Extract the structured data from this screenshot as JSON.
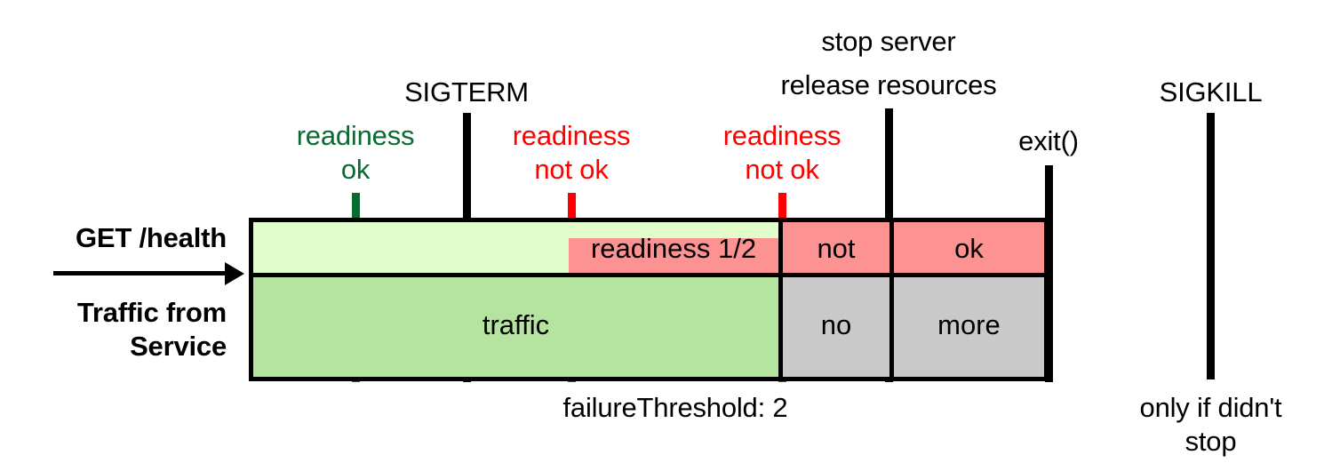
{
  "diagram": {
    "title_markers": {
      "sigterm": "SIGTERM",
      "sigkill": "SIGKILL",
      "stop_server_line1": "stop server",
      "stop_server_line2": "release resources",
      "exit": "exit()"
    },
    "probe_labels": {
      "readiness_ok_line1": "readiness",
      "readiness_ok_line2": "ok",
      "readiness_notok_1_line1": "readiness",
      "readiness_notok_1_line2": "not ok",
      "readiness_notok_2_line1": "readiness",
      "readiness_notok_2_line2": "not ok"
    },
    "side_labels": {
      "get_health": "GET /health",
      "traffic_line1": "Traffic from",
      "traffic_line2": "Service"
    },
    "footnotes": {
      "failure_threshold": "failureThreshold: 2",
      "sigkill_note_line1": "only if didn't",
      "sigkill_note_line2": "stop"
    },
    "row_health": {
      "name": "GET /health",
      "cells": [
        {
          "label": "",
          "state": "ok"
        },
        {
          "label": "",
          "state": "ok"
        },
        {
          "label": "",
          "state": "ok"
        },
        {
          "label": "readiness 1/2",
          "state": "failing"
        },
        {
          "label": "not",
          "state": "not-ok"
        },
        {
          "label": "ok",
          "state": "not-ok"
        }
      ]
    },
    "row_traffic": {
      "name": "Traffic from Service",
      "cells": [
        {
          "label": "",
          "state": "traffic"
        },
        {
          "label": "",
          "state": "traffic"
        },
        {
          "label": "traffic",
          "state": "traffic"
        },
        {
          "label": "no",
          "state": "no-traffic"
        },
        {
          "label": "more",
          "state": "no-traffic"
        }
      ]
    },
    "colors": {
      "light_green": "#e2fccc",
      "mid_green": "#b5e3a0",
      "pink": "#fc9292",
      "gray": "#c9c9c9",
      "marker_black": "#000000",
      "marker_red": "#ff0000",
      "marker_green": "#0a6b32"
    }
  }
}
